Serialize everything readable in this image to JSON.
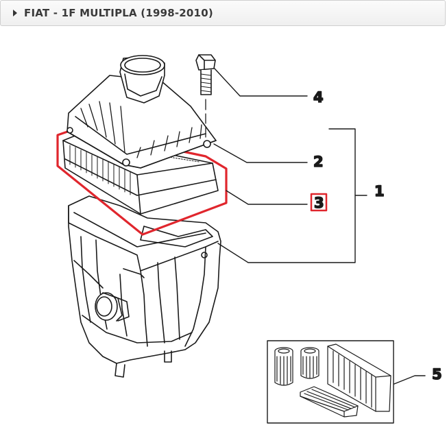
{
  "header": {
    "title": "FIAT - 1F MULTIPLA (1998-2010)"
  },
  "callouts": {
    "c1": "1",
    "c2": "2",
    "c3": "3",
    "c4": "4",
    "c5": "5"
  },
  "colors": {
    "highlight": "#e0262d",
    "line": "#1a1a1a",
    "header_bg": "#f2f2f2"
  },
  "icons": {
    "expand": "triangle-right-icon"
  }
}
